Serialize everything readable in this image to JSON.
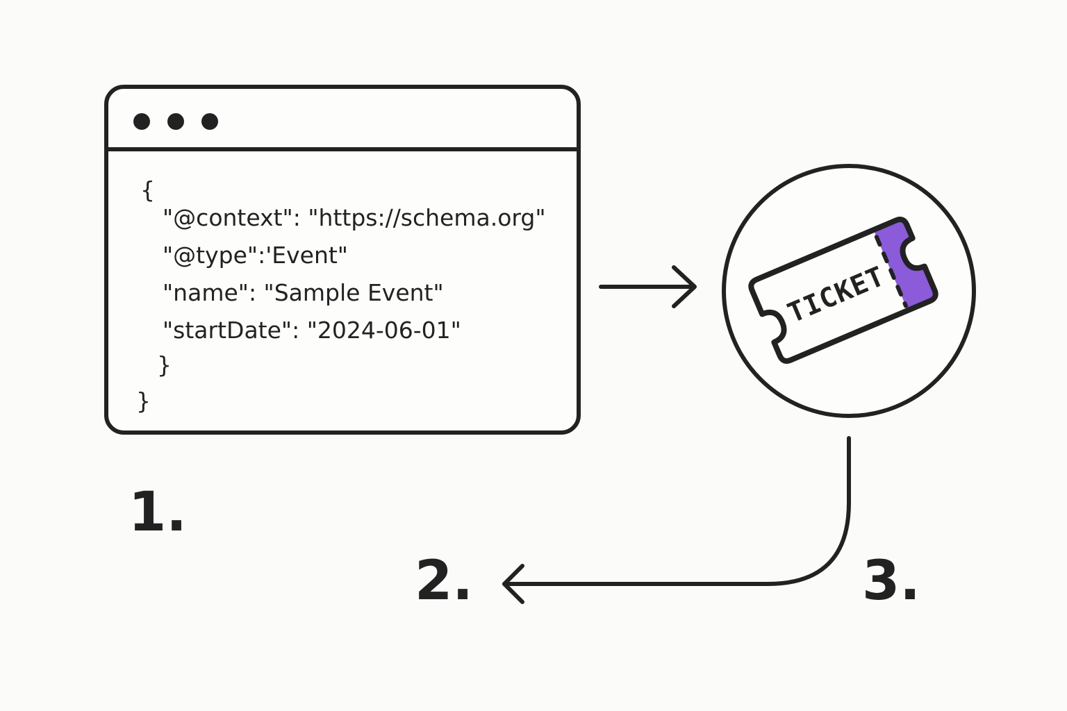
{
  "code_window": {
    "lines": [
      "{",
      "\"@context\": \"https://schema.org\"",
      "\"@type\":'Event\"",
      "\"name\": \"Sample Event\"",
      "\"startDate\": \"2024-06-01\"",
      "}",
      "}"
    ]
  },
  "ticket": {
    "label": "TICKET",
    "accent_color": "#8b5bd9"
  },
  "steps": {
    "one": "1.",
    "two": "2.",
    "three": "3."
  },
  "icons": [
    "window-dots-icon",
    "right-arrow-icon",
    "ticket-icon",
    "curved-left-arrow-icon"
  ]
}
